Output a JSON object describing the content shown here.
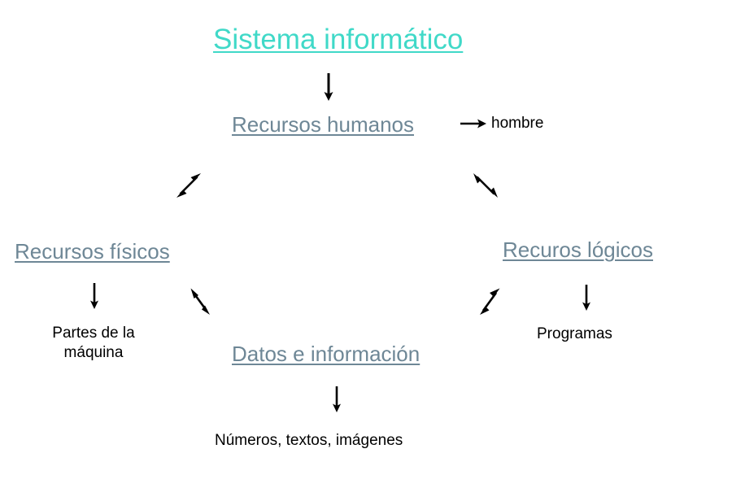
{
  "diagram": {
    "title": "Sistema informático",
    "language": "es",
    "colors": {
      "title": "#40D9C8",
      "heading": "#6E8796",
      "leaf": "#000000",
      "arrow": "#000000",
      "background": "#FFFFFF"
    },
    "nodes": {
      "root": "Sistema informático",
      "human_resources": "Recursos humanos",
      "human_resources_leaf": "hombre",
      "physical_resources": "Recursos físicos",
      "physical_resources_leaf_line1": "Partes de la",
      "physical_resources_leaf_line2": "máquina",
      "logical_resources": "Recuros lógicos",
      "logical_resources_leaf": "Programas",
      "data_information": "Datos e información",
      "data_information_leaf": "Números, textos, imágenes"
    },
    "arrows": [
      {
        "name": "arrow-root-to-human-resources",
        "kind": "single",
        "direction": "down"
      },
      {
        "name": "arrow-human-resources-to-hombre",
        "kind": "single",
        "direction": "right"
      },
      {
        "name": "arrow-human-to-physical",
        "kind": "double",
        "direction": "ne-sw"
      },
      {
        "name": "arrow-human-to-logical",
        "kind": "double",
        "direction": "nw-se"
      },
      {
        "name": "arrow-physical-to-partes",
        "kind": "single",
        "direction": "down"
      },
      {
        "name": "arrow-physical-to-datos",
        "kind": "double",
        "direction": "nw-se"
      },
      {
        "name": "arrow-logical-to-datos",
        "kind": "double",
        "direction": "ne-sw"
      },
      {
        "name": "arrow-logical-to-programas",
        "kind": "single",
        "direction": "down"
      },
      {
        "name": "arrow-datos-to-numeros",
        "kind": "single",
        "direction": "down"
      }
    ]
  }
}
